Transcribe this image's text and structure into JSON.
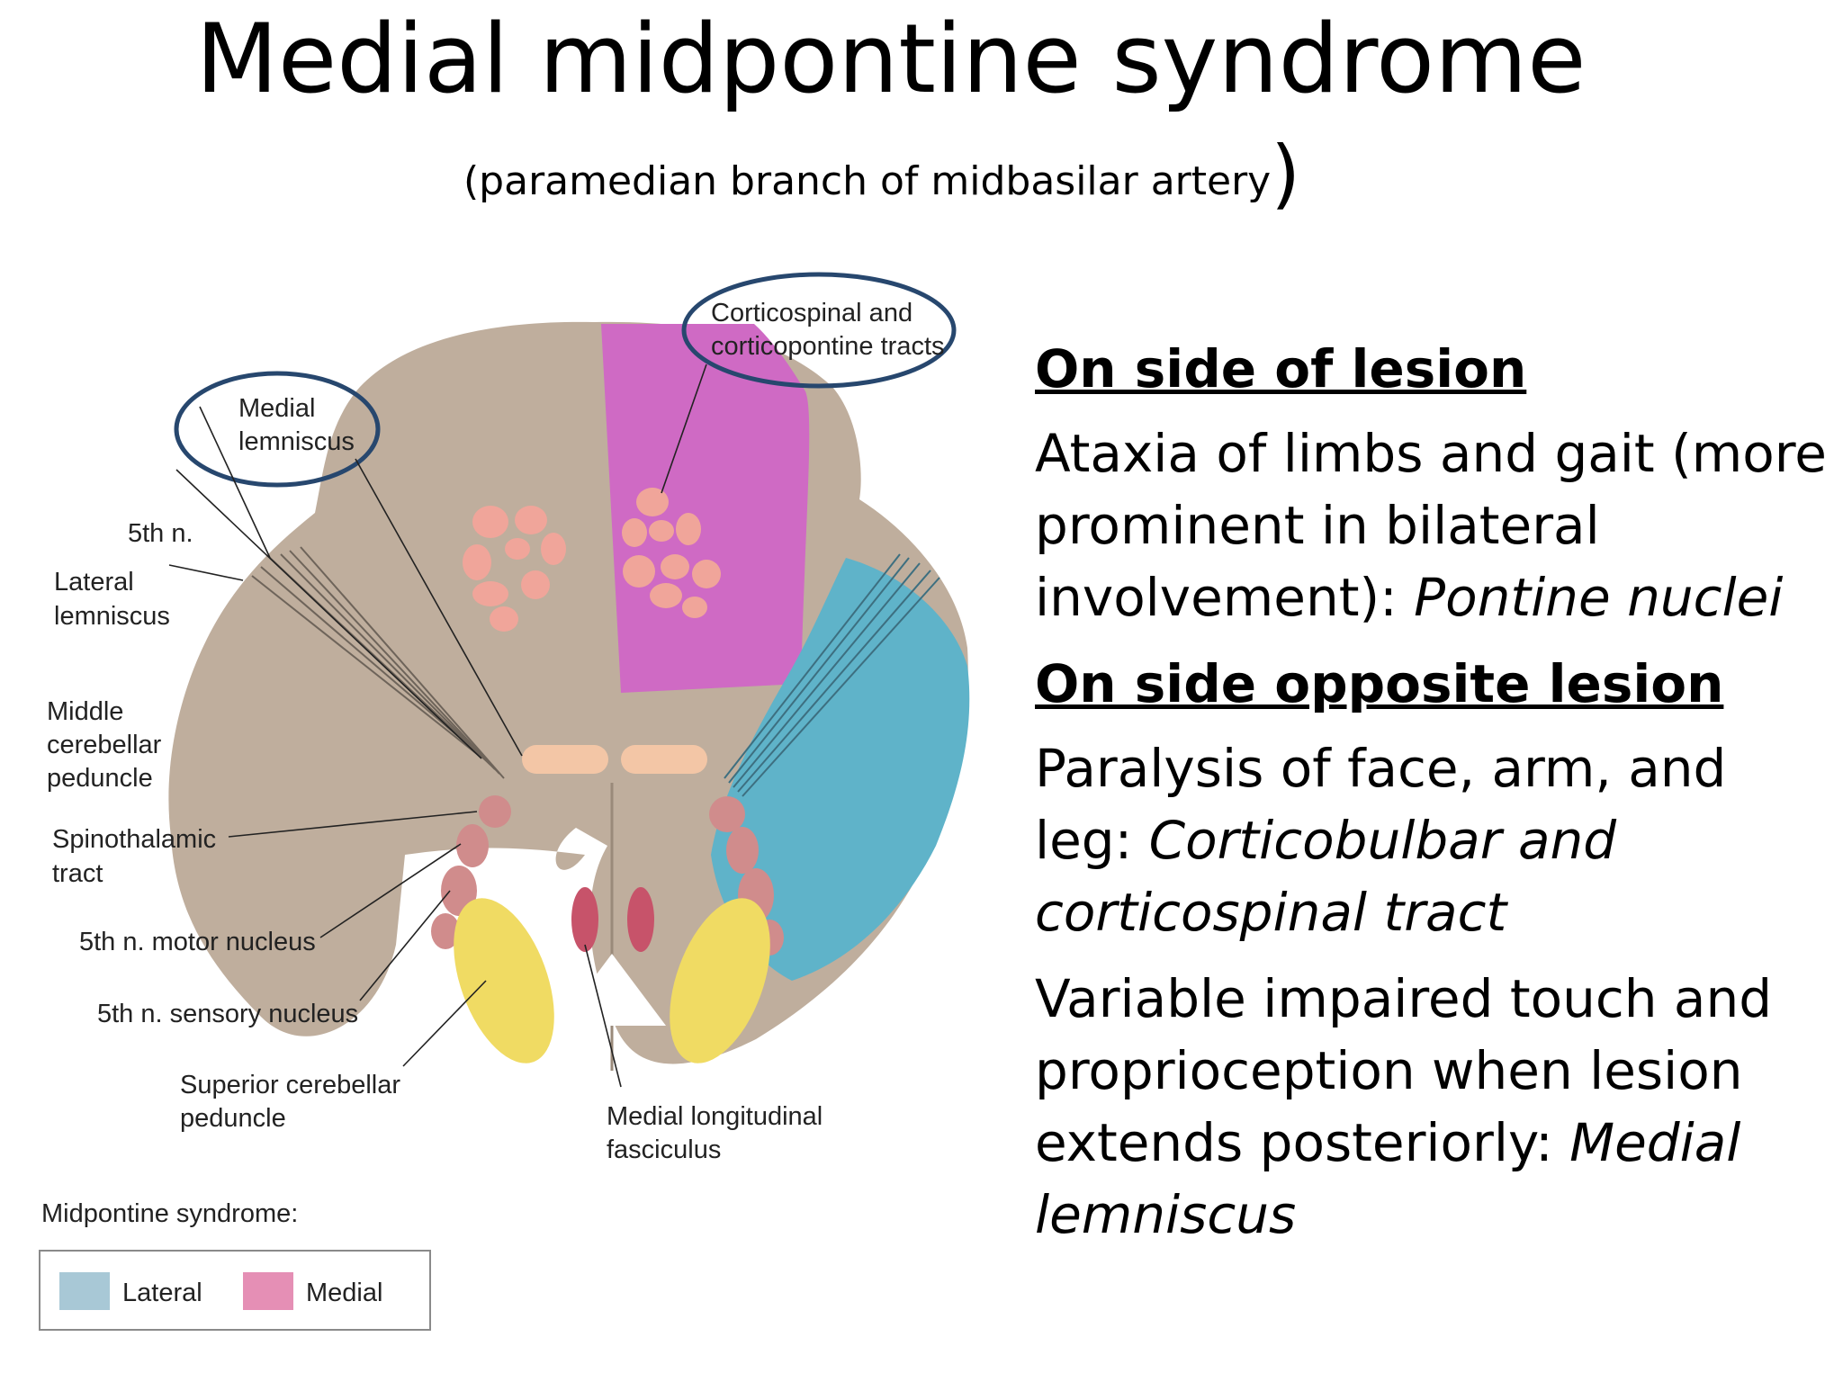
{
  "title": "Medial midpontine syndrome",
  "subtitle": "(paramedian branch of midbasilar artery",
  "subtitle_close": ")",
  "diagram": {
    "labels": {
      "medial_lemniscus": [
        "Medial",
        "lemniscus"
      ],
      "corticospinal": [
        "Corticospinal and",
        "corticopontine tracts"
      ],
      "fifth_n": "5th n.",
      "lateral_lemniscus": [
        "Lateral",
        "lemniscus"
      ],
      "middle_cerebellar": [
        "Middle",
        "cerebellar",
        "peduncle"
      ],
      "spinothalamic": [
        "Spinothalamic",
        "tract"
      ],
      "fifth_motor": "5th n. motor nucleus",
      "fifth_sensory": "5th n. sensory nucleus",
      "superior_cerebellar": [
        "Superior cerebellar",
        "peduncle"
      ],
      "mlf": [
        "Medial longitudinal",
        "fasciculus"
      ]
    },
    "legend": {
      "title": "Midpontine syndrome:",
      "items": [
        {
          "label": "Lateral",
          "color": "#a8c8d6"
        },
        {
          "label": "Medial",
          "color": "#e58fb5"
        }
      ]
    },
    "colors": {
      "pons": "#bfae9d",
      "medial_zone": "#cf6ac4",
      "lateral_zone": "#5fb3c9",
      "nuclei": "#f0a59a",
      "lemniscus": "#f3c6a6",
      "superior_peduncle": "#f0db63",
      "mlf": "#c7536a",
      "circle": "#27476e"
    }
  },
  "panel": {
    "heading1": "On side of lesion",
    "item1_text": "Ataxia of limbs and gait (more prominent in bilateral involvement): ",
    "item1_em": "Pontine nuclei",
    "heading2": "On side opposite lesion",
    "item2_text": "Paralysis of face, arm, and leg: ",
    "item2_em": "Corticobulbar and corticospinal tract",
    "item3_text": "Variable impaired touch and proprioception when lesion extends posteriorly: ",
    "item3_em": "Medial lemniscus"
  }
}
